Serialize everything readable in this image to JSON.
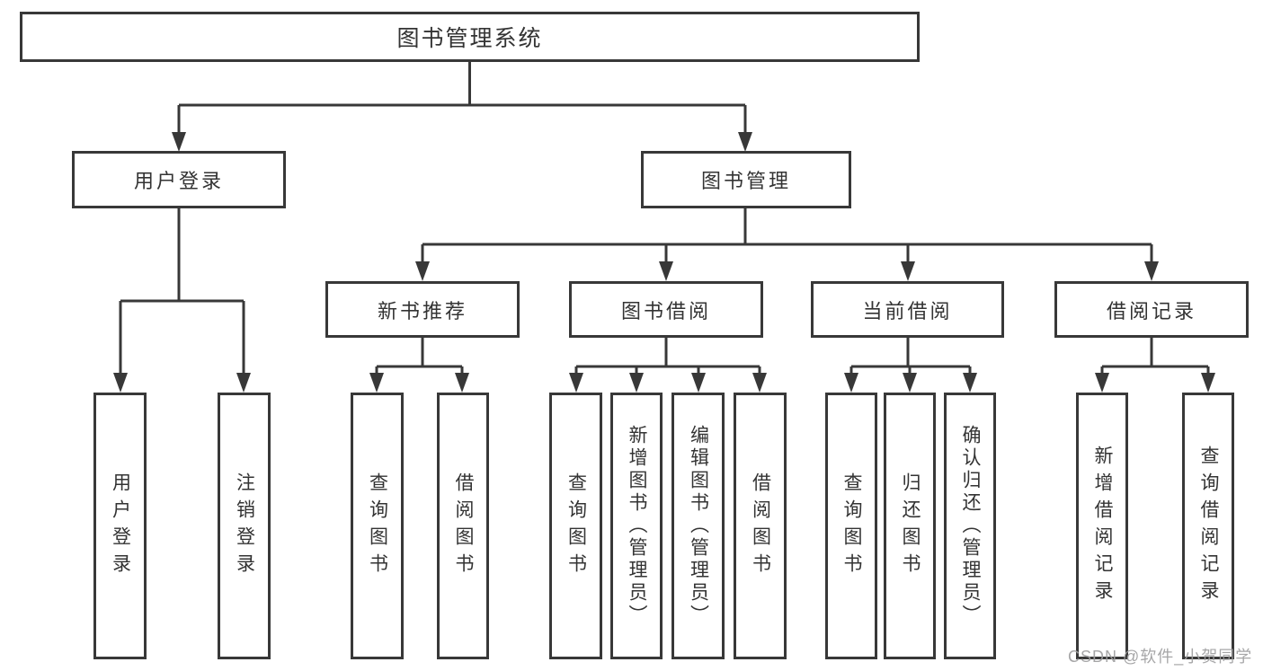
{
  "diagram_title": "图书管理系统",
  "tree": {
    "label": "图书管理系统",
    "children": [
      {
        "label": "用户登录",
        "children": [
          {
            "label": "用户登录"
          },
          {
            "label": "注销登录"
          }
        ]
      },
      {
        "label": "图书管理",
        "children": [
          {
            "label": "新书推荐",
            "children": [
              {
                "label": "查询图书"
              },
              {
                "label": "借阅图书"
              }
            ]
          },
          {
            "label": "图书借阅",
            "children": [
              {
                "label": "查询图书"
              },
              {
                "label": "新增图书（管理员）"
              },
              {
                "label": "编辑图书（管理员）"
              },
              {
                "label": "借阅图书"
              }
            ]
          },
          {
            "label": "当前借阅",
            "children": [
              {
                "label": "查询图书"
              },
              {
                "label": "归还图书"
              },
              {
                "label": "确认归还（管理员）"
              }
            ]
          },
          {
            "label": "借阅记录",
            "children": [
              {
                "label": "新增借阅记录"
              },
              {
                "label": "查询借阅记录"
              }
            ]
          }
        ]
      }
    ]
  },
  "watermark": "CSDN @软件_小贺同学",
  "colors": {
    "background": "#ffffff",
    "box_border": "#383838",
    "connector_line": "#383838",
    "text": "#333333",
    "watermark": "#9e9ea0"
  }
}
